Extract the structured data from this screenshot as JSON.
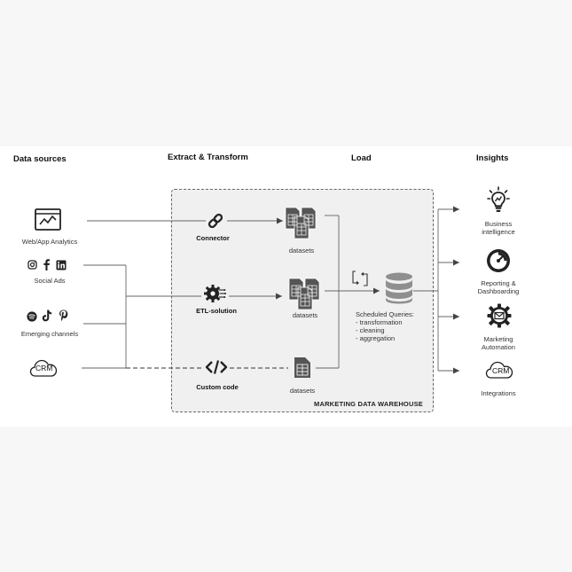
{
  "headers": {
    "sources": "Data sources",
    "extract": "Extract & Transform",
    "load": "Load",
    "insights": "Insights"
  },
  "sources": {
    "web": "Web/App Analytics",
    "social": "Social Ads",
    "emerging": "Emerging channels",
    "crm_icon_text": "CRM"
  },
  "extract": {
    "connector": "Connector",
    "etl": "ETL-solution",
    "custom": "Custom code"
  },
  "datasets": {
    "top": "datasets",
    "middle": "datasets",
    "bottom": "datasets"
  },
  "warehouse": {
    "title": "MARKETING DATA WAREHOUSE",
    "scheduled_title": "Scheduled Queries:",
    "scheduled_items": [
      "- transformation",
      "- cleaning",
      "- aggregation"
    ]
  },
  "insights": {
    "bi_line1": "Business",
    "bi_line2": "intelligence",
    "rep_line1": "Reporting &",
    "rep_line2": "Dashboarding",
    "ma_line1": "Marketing",
    "ma_line2": "Automation",
    "integrations": "Integrations",
    "crm_icon_text": "CRM"
  },
  "colors": {
    "line": "#555555",
    "icon": "#222222",
    "db": "#8f8f8f",
    "background": "#f7f7f7",
    "panel": "#ffffff"
  }
}
